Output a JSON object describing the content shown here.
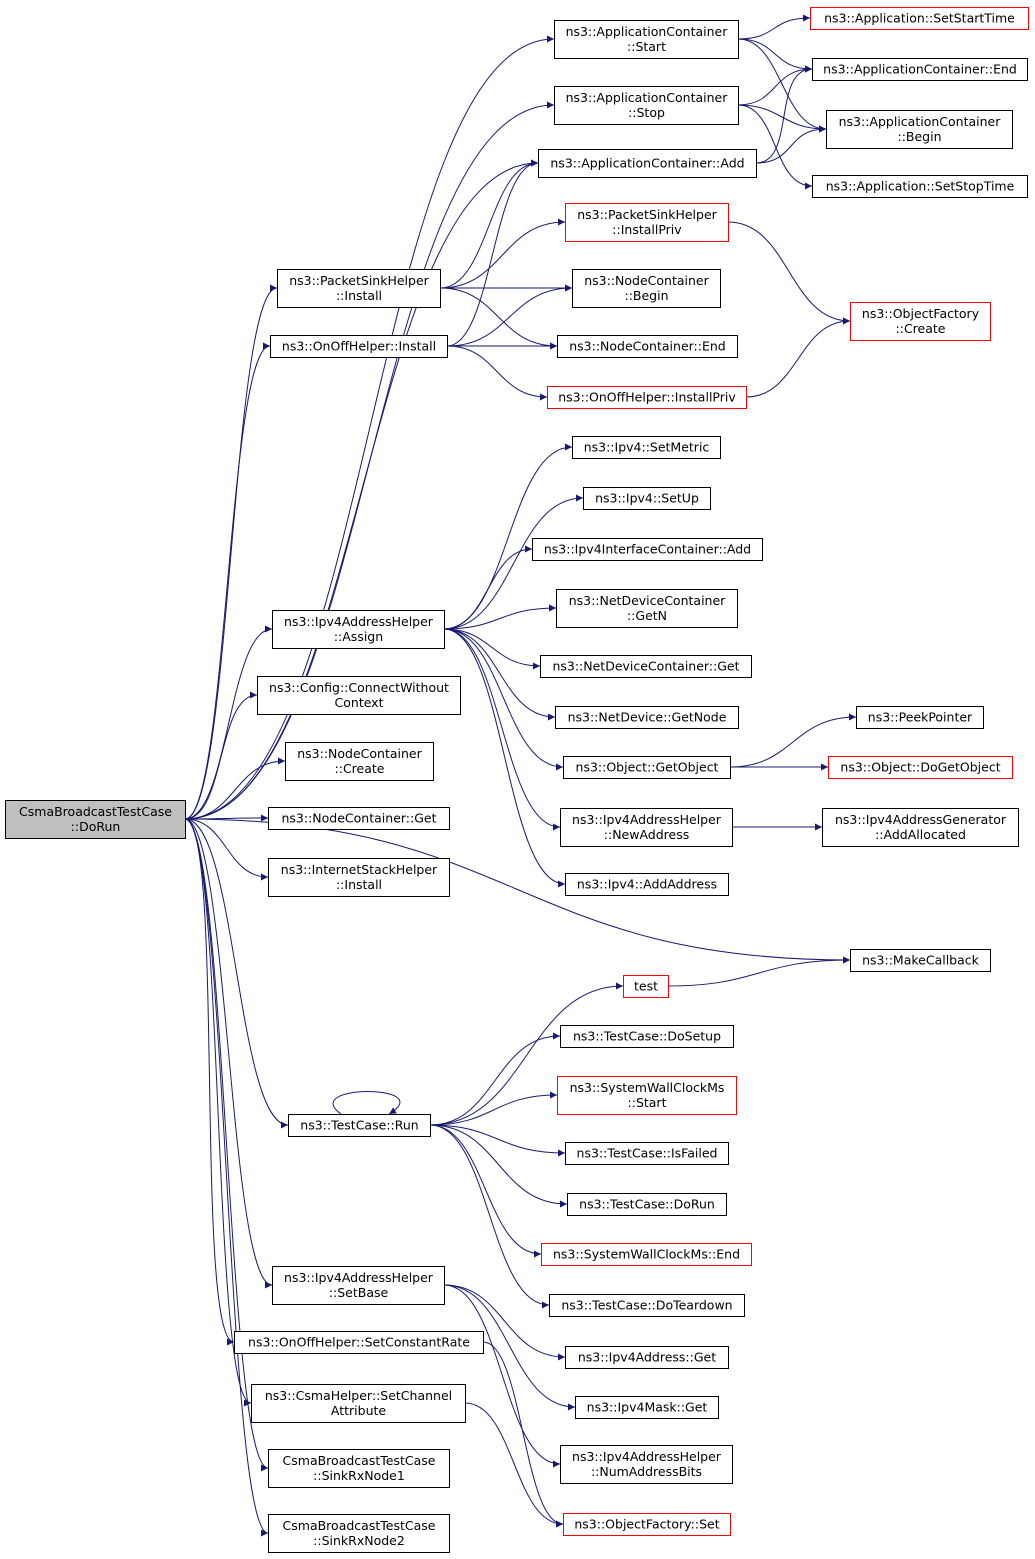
{
  "colors": {
    "edge": "#191970",
    "border_normal": "#000000",
    "border_red": "#ff0000",
    "root_fill": "#bfbfbf",
    "fill": "#ffffff"
  },
  "nodes": [
    {
      "id": "root",
      "lines": [
        "CsmaBroadcastTestCase",
        "::DoRun"
      ],
      "style": "root"
    },
    {
      "id": "appc_start",
      "lines": [
        "ns3::ApplicationContainer",
        "::Start"
      ],
      "style": "normal"
    },
    {
      "id": "app_setstart",
      "lines": [
        "ns3::Application::SetStartTime"
      ],
      "style": "red"
    },
    {
      "id": "appc_end",
      "lines": [
        "ns3::ApplicationContainer::End"
      ],
      "style": "normal"
    },
    {
      "id": "appc_stop",
      "lines": [
        "ns3::ApplicationContainer",
        "::Stop"
      ],
      "style": "normal"
    },
    {
      "id": "appc_begin",
      "lines": [
        "ns3::ApplicationContainer",
        "::Begin"
      ],
      "style": "normal"
    },
    {
      "id": "appc_add",
      "lines": [
        "ns3::ApplicationContainer::Add"
      ],
      "style": "normal"
    },
    {
      "id": "app_setstop",
      "lines": [
        "ns3::Application::SetStopTime"
      ],
      "style": "normal"
    },
    {
      "id": "psink_installpriv",
      "lines": [
        "ns3::PacketSinkHelper",
        "::InstallPriv"
      ],
      "style": "red"
    },
    {
      "id": "psink_install",
      "lines": [
        "ns3::PacketSinkHelper",
        "::Install"
      ],
      "style": "normal"
    },
    {
      "id": "nodec_begin",
      "lines": [
        "ns3::NodeContainer",
        "::Begin"
      ],
      "style": "normal"
    },
    {
      "id": "objfactory_create",
      "lines": [
        "ns3::ObjectFactory",
        "::Create"
      ],
      "style": "red"
    },
    {
      "id": "onoff_install",
      "lines": [
        "ns3::OnOffHelper::Install"
      ],
      "style": "normal"
    },
    {
      "id": "nodec_end",
      "lines": [
        "ns3::NodeContainer::End"
      ],
      "style": "normal"
    },
    {
      "id": "onoff_installpriv",
      "lines": [
        "ns3::OnOffHelper::InstallPriv"
      ],
      "style": "red"
    },
    {
      "id": "ipv4_setmetric",
      "lines": [
        "ns3::Ipv4::SetMetric"
      ],
      "style": "normal"
    },
    {
      "id": "ipv4_setup",
      "lines": [
        "ns3::Ipv4::SetUp"
      ],
      "style": "normal"
    },
    {
      "id": "ipv4ic_add",
      "lines": [
        "ns3::Ipv4InterfaceContainer::Add"
      ],
      "style": "normal"
    },
    {
      "id": "ndc_getn",
      "lines": [
        "ns3::NetDeviceContainer",
        "::GetN"
      ],
      "style": "normal"
    },
    {
      "id": "ipv4ah_assign",
      "lines": [
        "ns3::Ipv4AddressHelper",
        "::Assign"
      ],
      "style": "normal"
    },
    {
      "id": "ndc_get",
      "lines": [
        "ns3::NetDeviceContainer::Get"
      ],
      "style": "normal"
    },
    {
      "id": "config_connect",
      "lines": [
        "ns3::Config::ConnectWithout",
        "Context"
      ],
      "style": "normal"
    },
    {
      "id": "nd_getnode",
      "lines": [
        "ns3::NetDevice::GetNode"
      ],
      "style": "normal"
    },
    {
      "id": "peekpointer",
      "lines": [
        "ns3::PeekPointer"
      ],
      "style": "normal"
    },
    {
      "id": "nodec_create",
      "lines": [
        "ns3::NodeContainer",
        "::Create"
      ],
      "style": "normal"
    },
    {
      "id": "obj_getobject",
      "lines": [
        "ns3::Object::GetObject"
      ],
      "style": "normal"
    },
    {
      "id": "obj_dogetobject",
      "lines": [
        "ns3::Object::DoGetObject"
      ],
      "style": "red"
    },
    {
      "id": "nodec_get",
      "lines": [
        "ns3::NodeContainer::Get"
      ],
      "style": "normal"
    },
    {
      "id": "ipv4ah_newaddr",
      "lines": [
        "ns3::Ipv4AddressHelper",
        "::NewAddress"
      ],
      "style": "normal"
    },
    {
      "id": "ipv4ag_addalloc",
      "lines": [
        "ns3::Ipv4AddressGenerator",
        "::AddAllocated"
      ],
      "style": "normal"
    },
    {
      "id": "ish_install",
      "lines": [
        "ns3::InternetStackHelper",
        "::Install"
      ],
      "style": "normal"
    },
    {
      "id": "ipv4_addaddr",
      "lines": [
        "ns3::Ipv4::AddAddress"
      ],
      "style": "normal"
    },
    {
      "id": "makecallback",
      "lines": [
        "ns3::MakeCallback"
      ],
      "style": "normal"
    },
    {
      "id": "test",
      "lines": [
        "test"
      ],
      "style": "red"
    },
    {
      "id": "tc_dosetup",
      "lines": [
        "ns3::TestCase::DoSetup"
      ],
      "style": "normal"
    },
    {
      "id": "swc_start",
      "lines": [
        "ns3::SystemWallClockMs",
        "::Start"
      ],
      "style": "red"
    },
    {
      "id": "tc_run",
      "lines": [
        "ns3::TestCase::Run"
      ],
      "style": "normal"
    },
    {
      "id": "tc_isfailed",
      "lines": [
        "ns3::TestCase::IsFailed"
      ],
      "style": "normal"
    },
    {
      "id": "tc_dorun",
      "lines": [
        "ns3::TestCase::DoRun"
      ],
      "style": "normal"
    },
    {
      "id": "swc_end",
      "lines": [
        "ns3::SystemWallClockMs::End"
      ],
      "style": "red"
    },
    {
      "id": "ipv4ah_setbase",
      "lines": [
        "ns3::Ipv4AddressHelper",
        "::SetBase"
      ],
      "style": "normal"
    },
    {
      "id": "tc_doteardown",
      "lines": [
        "ns3::TestCase::DoTeardown"
      ],
      "style": "normal"
    },
    {
      "id": "onoff_setconst",
      "lines": [
        "ns3::OnOffHelper::SetConstantRate"
      ],
      "style": "normal"
    },
    {
      "id": "ipv4addr_get",
      "lines": [
        "ns3::Ipv4Address::Get"
      ],
      "style": "normal"
    },
    {
      "id": "csma_setchannel",
      "lines": [
        "ns3::CsmaHelper::SetChannel",
        "Attribute"
      ],
      "style": "normal"
    },
    {
      "id": "ipv4mask_get",
      "lines": [
        "ns3::Ipv4Mask::Get"
      ],
      "style": "normal"
    },
    {
      "id": "sinkrx1",
      "lines": [
        "CsmaBroadcastTestCase",
        "::SinkRxNode1"
      ],
      "style": "normal"
    },
    {
      "id": "ipv4ah_numbits",
      "lines": [
        "ns3::Ipv4AddressHelper",
        "::NumAddressBits"
      ],
      "style": "normal"
    },
    {
      "id": "objfactory_set",
      "lines": [
        "ns3::ObjectFactory::Set"
      ],
      "style": "red"
    },
    {
      "id": "sinkrx2",
      "lines": [
        "CsmaBroadcastTestCase",
        "::SinkRxNode2"
      ],
      "style": "normal"
    }
  ],
  "edges": [
    [
      "root",
      "appc_start"
    ],
    [
      "root",
      "appc_stop"
    ],
    [
      "root",
      "appc_add"
    ],
    [
      "root",
      "psink_install"
    ],
    [
      "root",
      "onoff_install"
    ],
    [
      "root",
      "ipv4ah_assign"
    ],
    [
      "root",
      "config_connect"
    ],
    [
      "root",
      "nodec_create"
    ],
    [
      "root",
      "nodec_get"
    ],
    [
      "root",
      "ish_install"
    ],
    [
      "root",
      "makecallback"
    ],
    [
      "root",
      "tc_run"
    ],
    [
      "root",
      "ipv4ah_setbase"
    ],
    [
      "root",
      "onoff_setconst"
    ],
    [
      "root",
      "csma_setchannel"
    ],
    [
      "root",
      "sinkrx1"
    ],
    [
      "root",
      "sinkrx2"
    ],
    [
      "appc_start",
      "app_setstart"
    ],
    [
      "appc_start",
      "appc_end"
    ],
    [
      "appc_start",
      "appc_begin"
    ],
    [
      "appc_stop",
      "appc_end"
    ],
    [
      "appc_stop",
      "appc_begin"
    ],
    [
      "appc_stop",
      "app_setstop"
    ],
    [
      "appc_add",
      "appc_end"
    ],
    [
      "appc_add",
      "appc_begin"
    ],
    [
      "psink_install",
      "appc_add"
    ],
    [
      "psink_install",
      "psink_installpriv"
    ],
    [
      "psink_install",
      "nodec_begin"
    ],
    [
      "psink_install",
      "nodec_end"
    ],
    [
      "psink_installpriv",
      "objfactory_create"
    ],
    [
      "onoff_install",
      "appc_add"
    ],
    [
      "onoff_install",
      "nodec_begin"
    ],
    [
      "onoff_install",
      "nodec_end"
    ],
    [
      "onoff_install",
      "onoff_installpriv"
    ],
    [
      "onoff_installpriv",
      "objfactory_create"
    ],
    [
      "ipv4ah_assign",
      "ipv4_setmetric"
    ],
    [
      "ipv4ah_assign",
      "ipv4_setup"
    ],
    [
      "ipv4ah_assign",
      "ipv4ic_add"
    ],
    [
      "ipv4ah_assign",
      "ndc_getn"
    ],
    [
      "ipv4ah_assign",
      "ndc_get"
    ],
    [
      "ipv4ah_assign",
      "nd_getnode"
    ],
    [
      "ipv4ah_assign",
      "obj_getobject"
    ],
    [
      "ipv4ah_assign",
      "ipv4ah_newaddr"
    ],
    [
      "ipv4ah_assign",
      "ipv4_addaddr"
    ],
    [
      "obj_getobject",
      "peekpointer"
    ],
    [
      "obj_getobject",
      "obj_dogetobject"
    ],
    [
      "ipv4ah_newaddr",
      "ipv4ag_addalloc"
    ],
    [
      "tc_run",
      "tc_run"
    ],
    [
      "tc_run",
      "test"
    ],
    [
      "tc_run",
      "tc_dosetup"
    ],
    [
      "tc_run",
      "swc_start"
    ],
    [
      "tc_run",
      "tc_isfailed"
    ],
    [
      "tc_run",
      "tc_dorun"
    ],
    [
      "tc_run",
      "swc_end"
    ],
    [
      "tc_run",
      "tc_doteardown"
    ],
    [
      "test",
      "makecallback"
    ],
    [
      "ipv4ah_setbase",
      "ipv4addr_get"
    ],
    [
      "ipv4ah_setbase",
      "ipv4mask_get"
    ],
    [
      "ipv4ah_setbase",
      "ipv4ah_numbits"
    ],
    [
      "onoff_setconst",
      "objfactory_set"
    ],
    [
      "csma_setchannel",
      "objfactory_set"
    ]
  ]
}
